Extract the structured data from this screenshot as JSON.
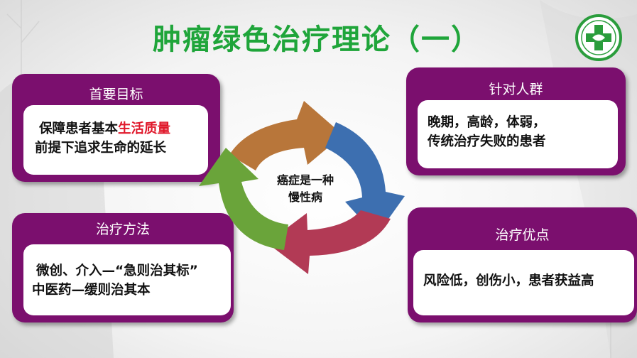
{
  "title": "肿瘤绿色治疗理论（一）",
  "center": {
    "line1": "癌症是一种",
    "line2": "慢性病"
  },
  "cards": {
    "goal": {
      "heading": "首要目标",
      "line1_pre": "保障患者基本",
      "line1_hl": "生活质量",
      "line2": "前提下追求生命的延长"
    },
    "target": {
      "heading": "针对人群",
      "line1": "晚期，高龄，体弱，",
      "line2": "传统治疗失败的患者"
    },
    "method": {
      "heading": "治疗方法",
      "line1": "微创、介入—“急则治其标”",
      "line2": "中医药—缓则治其本"
    },
    "advantage": {
      "heading": "治疗优点",
      "line1": "风险低，创伤小，患者获益高"
    }
  },
  "colors": {
    "title_green": "#1fa53a",
    "card_purple": "#7b0f6e",
    "highlight_red": "#e0182b",
    "arrow_orange": "#b8763a",
    "arrow_blue": "#3d6fb0",
    "arrow_red": "#b23a55",
    "arrow_green": "#6aa43a"
  },
  "icons": {
    "logo": "green-cross-hospital-logo-icon"
  }
}
